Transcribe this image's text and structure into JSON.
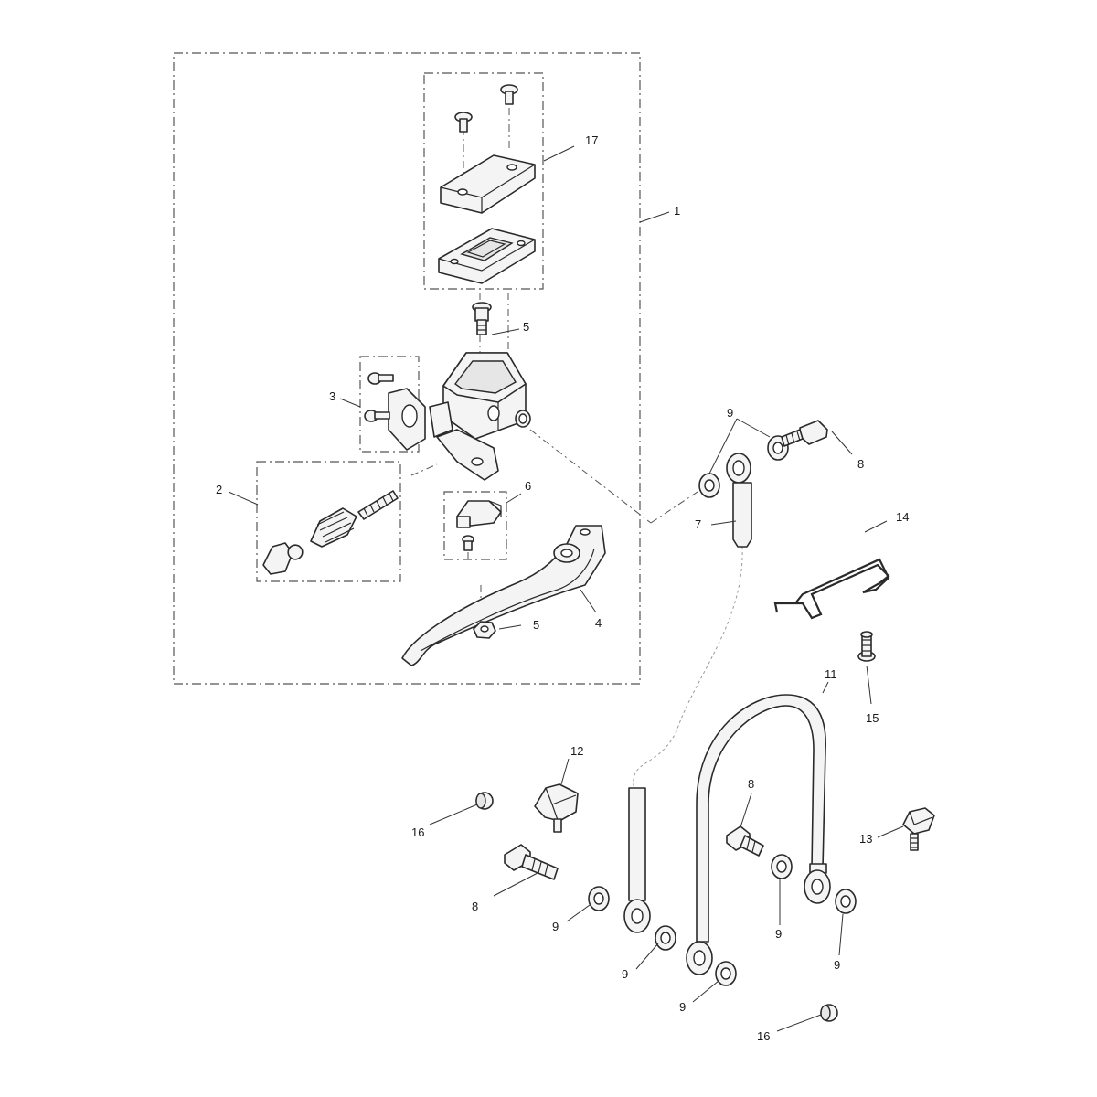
{
  "diagram": {
    "callouts": [
      {
        "id": "c1",
        "text": "1"
      },
      {
        "id": "c2",
        "text": "2"
      },
      {
        "id": "c3",
        "text": "3"
      },
      {
        "id": "c4",
        "text": "4"
      },
      {
        "id": "c5a",
        "text": "5"
      },
      {
        "id": "c5b",
        "text": "5"
      },
      {
        "id": "c6",
        "text": "6"
      },
      {
        "id": "c7",
        "text": "7"
      },
      {
        "id": "c8a",
        "text": "8"
      },
      {
        "id": "c8b",
        "text": "8"
      },
      {
        "id": "c8c",
        "text": "8"
      },
      {
        "id": "c9a",
        "text": "9"
      },
      {
        "id": "c9b",
        "text": "9"
      },
      {
        "id": "c9c",
        "text": "9"
      },
      {
        "id": "c9d",
        "text": "9"
      },
      {
        "id": "c9e",
        "text": "9"
      },
      {
        "id": "c9f",
        "text": "9"
      },
      {
        "id": "c11",
        "text": "11"
      },
      {
        "id": "c12",
        "text": "12"
      },
      {
        "id": "c13",
        "text": "13"
      },
      {
        "id": "c14",
        "text": "14"
      },
      {
        "id": "c15",
        "text": "15"
      },
      {
        "id": "c16a",
        "text": "16"
      },
      {
        "id": "c16b",
        "text": "16"
      },
      {
        "id": "c17",
        "text": "17"
      }
    ]
  }
}
